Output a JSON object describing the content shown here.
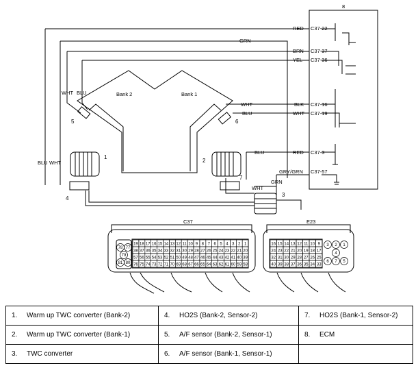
{
  "diagram": {
    "ecm_number": "8",
    "wires_right": [
      {
        "color": "RED",
        "terminal": "C37-22"
      },
      {
        "color": "BRN",
        "terminal": "C37-37"
      },
      {
        "color": "YEL",
        "terminal": "C37-36"
      },
      {
        "color": "BLK",
        "terminal": "C37-16"
      },
      {
        "color": "WHT",
        "terminal": "C37-19"
      },
      {
        "color": "RED",
        "terminal": "C37-3"
      },
      {
        "color": "GRY/GRN",
        "terminal": "C37-57"
      }
    ],
    "wire_grn_top": "GRN",
    "wire_grn_bottom": "GRN",
    "wire_wht_s1": "WHT",
    "wire_blu_s1": "BLU",
    "wire_blu_ho2s": "BLU",
    "wire_wht_ho2s": "WHT",
    "left_pair_top": [
      "WHT",
      "BLU"
    ],
    "left_pair_bottom": [
      "BLU",
      "WHT"
    ],
    "bank2": "Bank 2",
    "bank1": "Bank 1",
    "component_numbers": [
      "1",
      "2",
      "3",
      "4",
      "5",
      "6",
      "7"
    ],
    "connector_c37": {
      "label": "C37",
      "row1": [
        "19",
        "18",
        "17",
        "16",
        "15",
        "14",
        "13",
        "12",
        "11",
        "10",
        "9",
        "8",
        "7",
        "6",
        "5",
        "4",
        "3",
        "2",
        "1"
      ],
      "row2": [
        "38",
        "37",
        "36",
        "35",
        "34",
        "33",
        "32",
        "31",
        "30",
        "29",
        "28",
        "27",
        "26",
        "25",
        "24",
        "23",
        "22",
        "21",
        "20"
      ],
      "row3": [
        "57",
        "56",
        "55",
        "54",
        "53",
        "52",
        "51",
        "50",
        "49",
        "48",
        "47",
        "46",
        "45",
        "44",
        "43",
        "42",
        "41",
        "40",
        "39"
      ],
      "row4": [
        "76",
        "75",
        "74",
        "73",
        "72",
        "71",
        "70",
        "69",
        "68",
        "67",
        "66",
        "65",
        "64",
        "63",
        "62",
        "61",
        "60",
        "59",
        "58"
      ],
      "round_pins": [
        "78",
        "77",
        "79",
        "81",
        "80"
      ]
    },
    "connector_e23": {
      "label": "E23",
      "row1": [
        "16",
        "15",
        "14",
        "13",
        "12",
        "11",
        "10",
        "9"
      ],
      "row2": [
        "24",
        "23",
        "22",
        "21",
        "20",
        "19",
        "18",
        "17"
      ],
      "row3": [
        "32",
        "31",
        "30",
        "29",
        "28",
        "27",
        "26",
        "25"
      ],
      "row4": [
        "40",
        "39",
        "38",
        "37",
        "36",
        "35",
        "34",
        "33"
      ],
      "round_pins": [
        "3",
        "2",
        "1",
        "6",
        "4",
        "7",
        "5"
      ]
    }
  },
  "legend": [
    [
      {
        "n": "1.",
        "t": "Warm up TWC converter (Bank-2)"
      },
      {
        "n": "4.",
        "t": "HO2S (Bank-2, Sensor-2)"
      },
      {
        "n": "7.",
        "t": "HO2S (Bank-1, Sensor-2)"
      }
    ],
    [
      {
        "n": "2.",
        "t": "Warm up TWC converter (Bank-1)"
      },
      {
        "n": "5.",
        "t": "A/F sensor (Bank-2, Sensor-1)"
      },
      {
        "n": "8.",
        "t": "ECM"
      }
    ],
    [
      {
        "n": "3.",
        "t": "TWC converter"
      },
      {
        "n": "6.",
        "t": "A/F sensor (Bank-1, Sensor-1)"
      },
      {
        "n": "",
        "t": ""
      }
    ]
  ]
}
